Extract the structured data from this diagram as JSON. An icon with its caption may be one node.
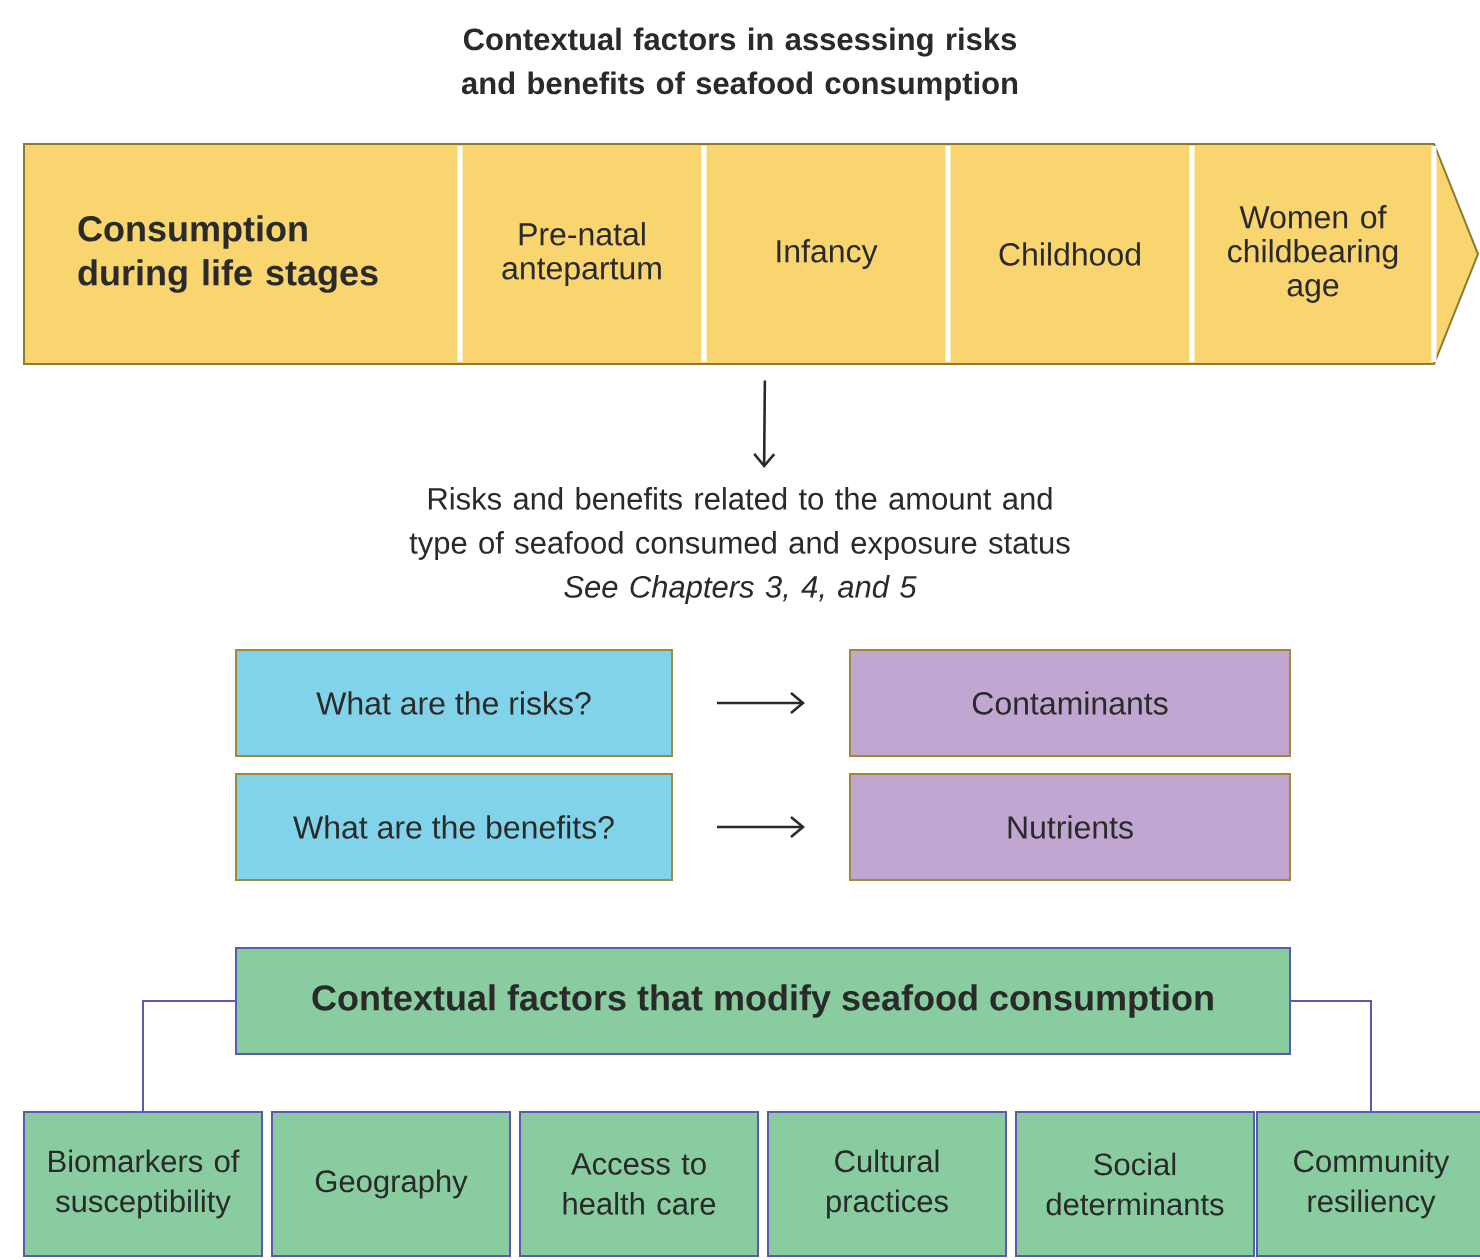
{
  "diagram": {
    "title": "Contextual factors in assessing risks and benefits of seafood consumption",
    "nodes": [
      {
        "text": [],
        "shape": "banner"
      },
      {
        "text": [
          "Consumption during life stages"
        ],
        "in": 0
      },
      {
        "text": [
          "Pre-natal antepartum"
        ],
        "in": 0
      },
      {
        "text": [
          "Infancy"
        ],
        "in": 0
      },
      {
        "text": [
          "Childhood"
        ],
        "in": 0
      },
      {
        "text": [
          "Women of childbearing age"
        ],
        "in": 0
      },
      {
        "text": [
          "Risks and benefits related to the amount and type of seafood consumed and exposure status",
          "See Chapters 3, 4, and 5"
        ]
      },
      {
        "text": [
          "What are the risks?"
        ]
      },
      {
        "text": [
          "Contaminants"
        ]
      },
      {
        "text": [
          "What are the benefits?"
        ]
      },
      {
        "text": [
          "Nutrients"
        ]
      },
      {
        "text": [
          "Contextual factors that modify seafood consumption"
        ]
      },
      {
        "text": [
          "Biomarkers of susceptibility"
        ]
      },
      {
        "text": [
          "Geography"
        ]
      },
      {
        "text": [
          "Access to health care"
        ]
      },
      {
        "text": [
          "Cultural practices"
        ]
      },
      {
        "text": [
          "Social determinants"
        ]
      },
      {
        "text": [
          "Community resiliency"
        ]
      }
    ],
    "edges": [
      {
        "from": 0,
        "to": 6,
        "arrow": "to"
      },
      {
        "from": 7,
        "to": 8,
        "arrow": "to"
      },
      {
        "from": 9,
        "to": 10,
        "arrow": "to"
      },
      {
        "from": 11,
        "to": 12,
        "arrow": "none",
        "color": "#5a5ab0"
      },
      {
        "from": 11,
        "to": 17,
        "arrow": "none",
        "color": "#5a5ab0"
      }
    ]
  }
}
